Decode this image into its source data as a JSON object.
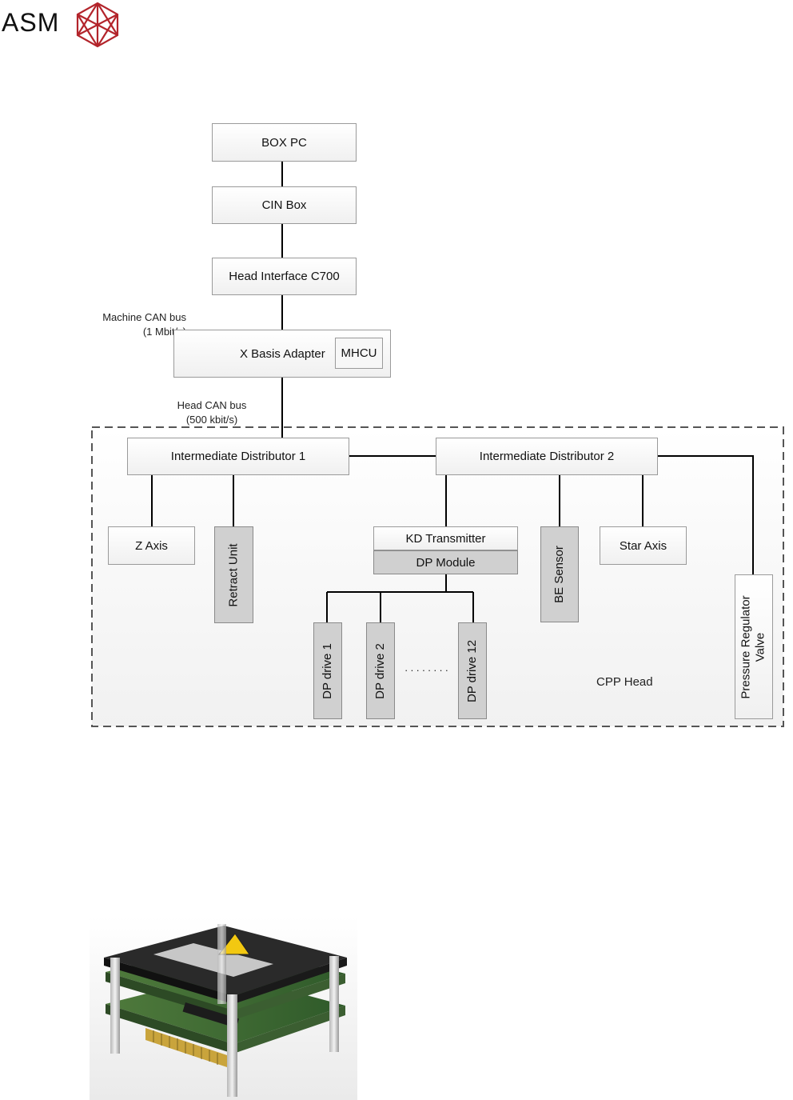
{
  "logo": {
    "text": "ASM",
    "icon": "asm-hexagon-logo-icon",
    "color": "#b3242b"
  },
  "notes": {
    "machine_bus_name": "Machine CAN bus",
    "machine_bus_rate": "(1 Mbit/s)",
    "head_bus_name": "Head CAN bus",
    "head_bus_rate": "(500 kbit/s)",
    "dots": ". . . . . . . .",
    "group_label": "CPP Head"
  },
  "nodes": {
    "box_pc": "BOX PC",
    "cin_box": "CIN Box",
    "head_interface": "Head Interface C700",
    "x_basis_adapter": "X Basis Adapter",
    "mhcu": "MHCU",
    "distributor_1": "Intermediate Distributor 1",
    "distributor_2": "Intermediate Distributor 2",
    "z_axis": "Z Axis",
    "retract_unit": "Retract Unit",
    "kd_transmitter": "KD Transmitter",
    "dp_module": "DP Module",
    "be_sensor": "BE Sensor",
    "star_axis": "Star Axis",
    "pressure_regulator_line1": "Pressure Regulator",
    "pressure_regulator_line2": "Valve",
    "dp_drive_1": "DP drive 1",
    "dp_drive_2": "DP drive 2",
    "dp_drive_12": "DP drive 12"
  },
  "photo": {
    "icon": "circuit-board-stack-photo"
  }
}
